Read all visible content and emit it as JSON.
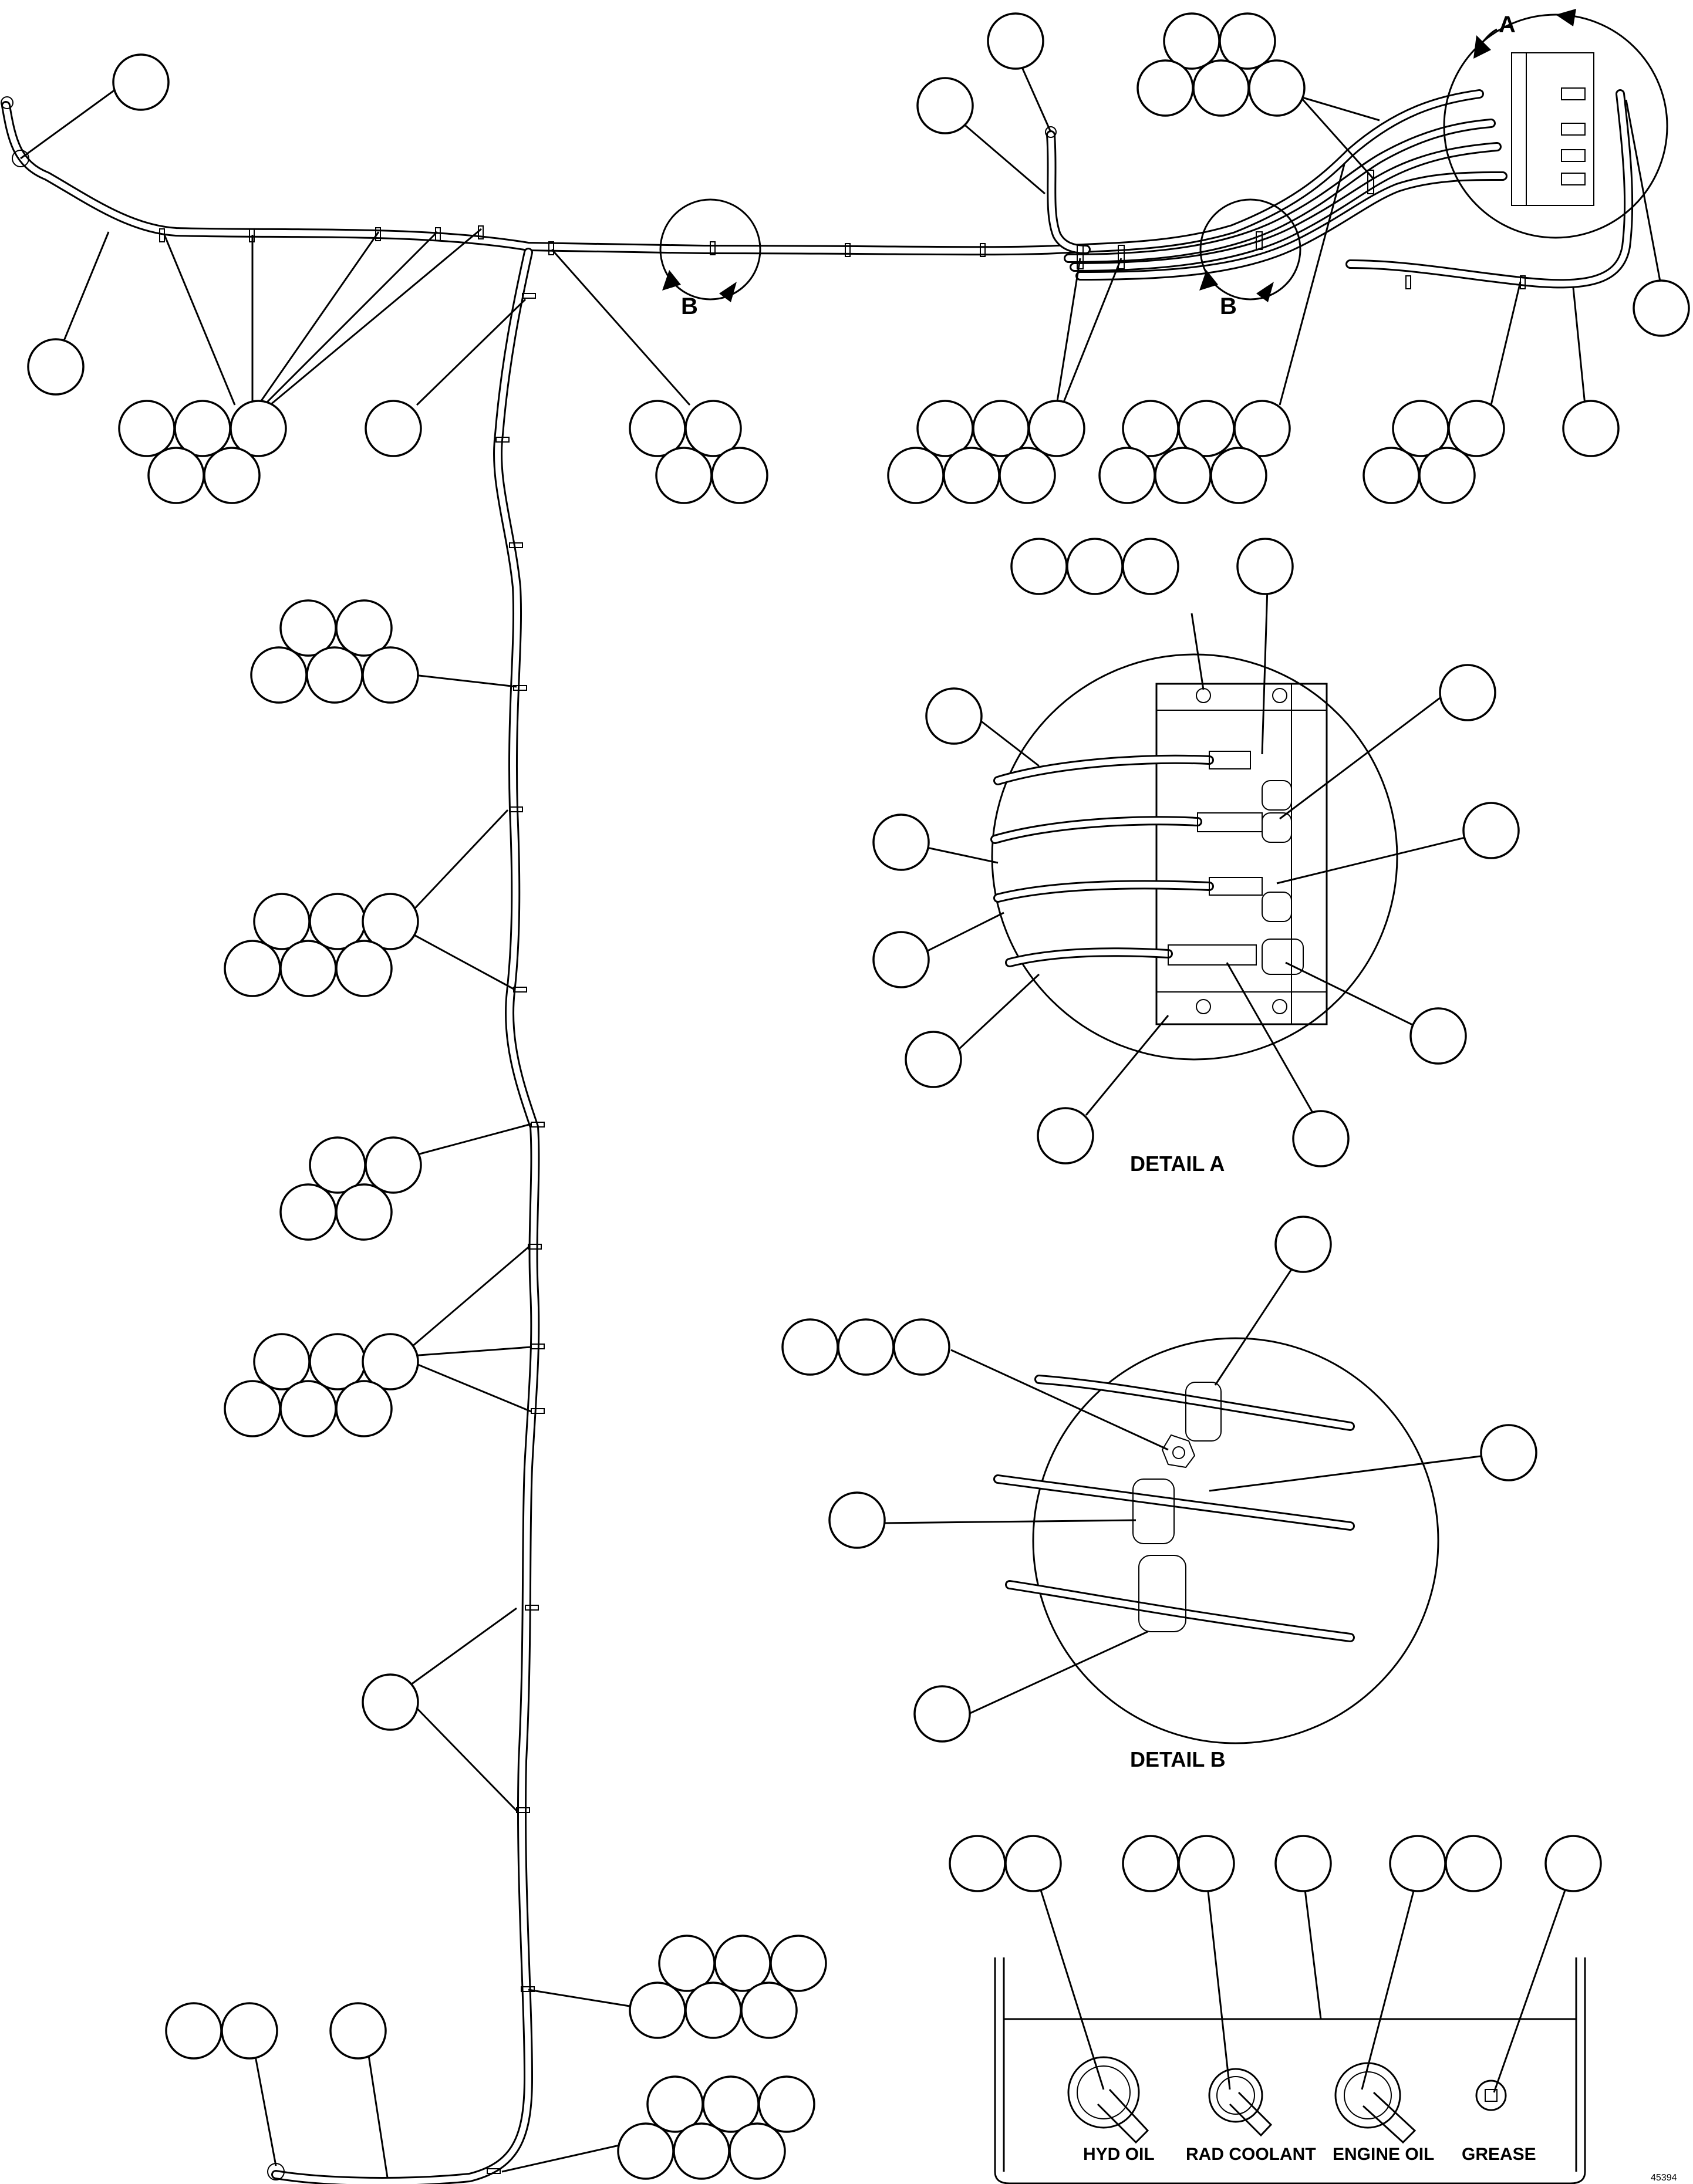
{
  "diagram": {
    "details": {
      "detail_a": "DETAIL A",
      "detail_b": "DETAIL B"
    },
    "view_markers": {
      "a": "A",
      "b": "B"
    },
    "panel_labels": {
      "hyd_oil": "HYD OIL",
      "rad_coolant": "RAD COOLANT",
      "engine_oil": "ENGINE OIL",
      "grease": "GREASE"
    },
    "reference_number": "45394"
  }
}
